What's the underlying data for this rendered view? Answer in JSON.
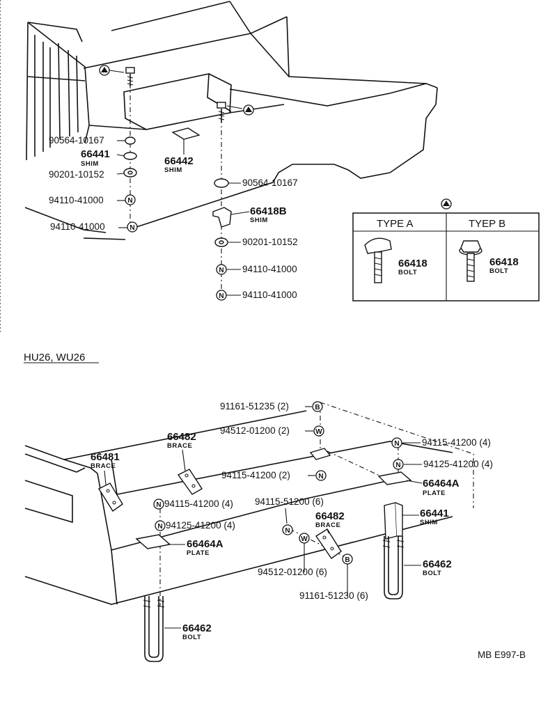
{
  "upper": {
    "left_labels": [
      {
        "part": "90564-10167"
      },
      {
        "part": "66441",
        "sub": "SHIM"
      },
      {
        "part": "90201-10152"
      },
      {
        "part": "94110-41000"
      },
      {
        "part": "94110-41000"
      }
    ],
    "center_label": {
      "part": "66442",
      "sub": "SHIM"
    },
    "right_labels": [
      {
        "part": "90564-10167"
      },
      {
        "part": "66418B",
        "sub": "SHIM"
      },
      {
        "part": "90201-10152"
      },
      {
        "part": "94110-41000"
      },
      {
        "part": "94110-41000"
      }
    ],
    "nut_symbol": "N",
    "marker_symbol": "triangle-icon"
  },
  "type_box": {
    "col_a": {
      "title": "TYPE A",
      "part": "66418",
      "sub": "BOLT"
    },
    "col_b": {
      "title": "TYEP B",
      "part": "66418",
      "sub": "BOLT"
    }
  },
  "section_title": "HU26, WU26",
  "lower": {
    "labels": {
      "bolt_top": "91161-51235 (2)",
      "washer_top": "94512-01200 (2)",
      "nut_mid": "94115-41200 (2)",
      "brace_left": {
        "part": "66481",
        "sub": "BRACE"
      },
      "brace_mid": {
        "part": "66482",
        "sub": "BRACE"
      },
      "right_nut_1": "94115-41200 (4)",
      "right_nut_2": "94125-41200 (4)",
      "plate_right": {
        "part": "66464A",
        "sub": "PLATE"
      },
      "shim_right": {
        "part": "66441",
        "sub": "SHIM"
      },
      "ubolt_right": {
        "part": "66462",
        "sub": "BOLT"
      },
      "left_nut_1": "94115-41200 (4)",
      "left_nut_2": "94125-41200 (4)",
      "plate_left": {
        "part": "66464A",
        "sub": "PLATE"
      },
      "nut_center": "94115-51200 (6)",
      "brace_center": {
        "part": "66482",
        "sub": "BRACE"
      },
      "washer_center": "94512-01200 (6)",
      "bolt_center": "91161-51230 (6)",
      "ubolt_left": {
        "part": "66462",
        "sub": "BOLT"
      }
    },
    "symbols": {
      "nut": "N",
      "washer": "W",
      "bolt": "B"
    }
  },
  "ref_code": "MB E997-B"
}
